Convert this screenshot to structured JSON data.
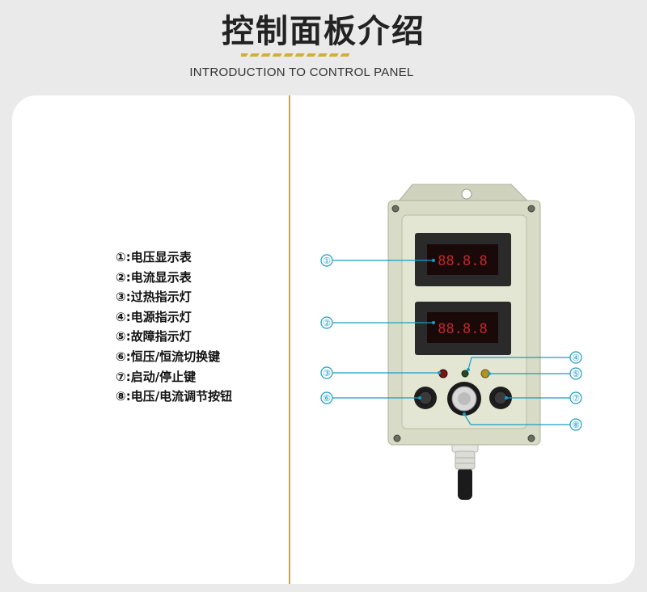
{
  "header": {
    "title": "控制面板介绍",
    "subtitle": "INTRODUCTION TO CONTROL PANEL"
  },
  "legend": [
    "①:电压显示表",
    "②:电流显示表",
    "③:过热指示灯",
    "④:电源指示灯",
    "⑤:故障指示灯",
    "⑥:恒压/恒流切换键",
    "⑦:启动/停止键",
    "⑧:电压/电流调节按钮"
  ],
  "callouts": [
    "①",
    "②",
    "③",
    "④",
    "⑤",
    "⑥",
    "⑦",
    "⑧"
  ],
  "colors": {
    "accent_gold": "#c9a45a",
    "callout_blue": "#1a9dc4",
    "panel_body": "#dfe2cf",
    "display_red": "#c0282c"
  }
}
